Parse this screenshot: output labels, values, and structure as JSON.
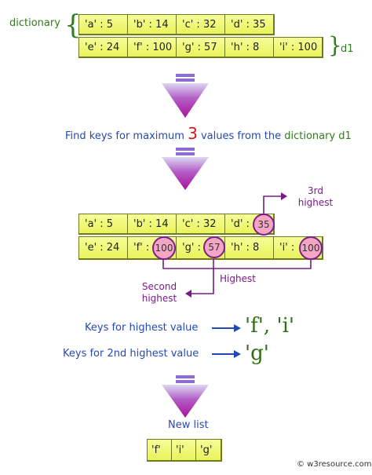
{
  "dictionary_label": "dictionary",
  "d1_label": "d1",
  "row1": [
    "'a' : 5",
    "'b' : 14",
    "'c' : 32",
    "'d' : 35"
  ],
  "row2": [
    "'e' : 24",
    "'f' : 100",
    "'g' : 57",
    "'h' : 8",
    "'i' : 100"
  ],
  "caption": {
    "before": "Find keys for maximum",
    "number": "3",
    "after": "values from the",
    "dict": "dictionary d1"
  },
  "row1_b": [
    "'a' : 5",
    "'b' : 14",
    "'c' : 32",
    "'d' :"
  ],
  "row2_b": [
    "'e' : 24",
    "'f' :",
    "'g' :",
    "'h' : 8",
    "'i' :"
  ],
  "circles": {
    "d": "35",
    "f": "100",
    "g": "57",
    "i": "100"
  },
  "third_highest": "3rd\nhighest",
  "highest": "Highest",
  "second_highest": "Second\nhighest",
  "keys_highest_label": "Keys for highest value",
  "keys_highest_value": "'f', 'i'",
  "keys_second_label": "Keys for 2nd highest value",
  "keys_second_value": "'g'",
  "new_list_label": "New list",
  "new_list": [
    "'f'",
    "'i'",
    "'g'"
  ],
  "copyright": "© w3resource.com",
  "colors": {
    "arrow_top": "#ddd8f2",
    "arrow_bottom": "#b7169e",
    "cell": "#f3fb7e",
    "purple": "#7a1a86",
    "blue": "#2449b5",
    "green": "#2f7d1b",
    "red": "#d11a1a"
  }
}
